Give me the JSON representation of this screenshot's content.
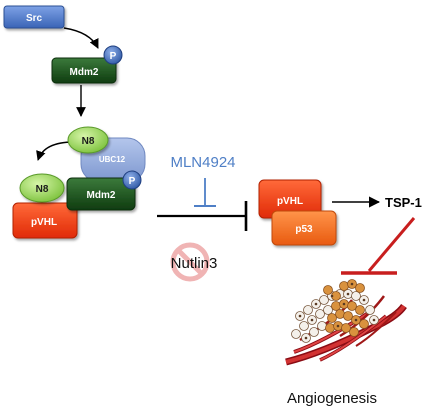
{
  "nodes": {
    "src": "Src",
    "p_top": "P",
    "mdm2_top": "Mdm2",
    "n8_top": "N8",
    "ubc12": "UBC12",
    "n8_complex": "N8",
    "p_complex": "P",
    "mdm2_complex": "Mdm2",
    "pvhl_complex": "pVHL",
    "pvhl_right": "pVHL",
    "p53": "p53"
  },
  "labels": {
    "mln4924": "MLN4924",
    "nutlin3": "Nutlin3",
    "tsp1": "TSP-1",
    "angiogenesis": "Angiogenesis"
  },
  "colors": {
    "src_blue": "#4a78c8",
    "mdm2_green": "#1f5a1f",
    "n8_green": "#a6e06a",
    "ubc12_blue": "#8fa8d8",
    "p_blue": "#4a6fb0",
    "pvhl_red": "#ee3a10",
    "p53_orange": "#f06a1a",
    "mln_blue": "#4f7fc6",
    "inhibit_red": "#c81e1e",
    "no_sign_pink": "#f0b4b4"
  },
  "icons": [
    "no-sign-icon",
    "tumor-vessel-icon"
  ]
}
